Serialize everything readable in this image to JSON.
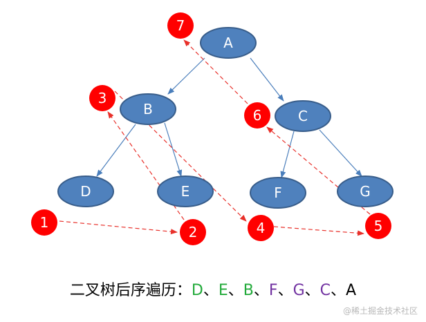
{
  "tree": {
    "nodes": [
      {
        "id": "A",
        "label": "A"
      },
      {
        "id": "B",
        "label": "B"
      },
      {
        "id": "C",
        "label": "C"
      },
      {
        "id": "D",
        "label": "D"
      },
      {
        "id": "E",
        "label": "E"
      },
      {
        "id": "F",
        "label": "F"
      },
      {
        "id": "G",
        "label": "G"
      }
    ],
    "edges": [
      [
        "A",
        "B"
      ],
      [
        "A",
        "C"
      ],
      [
        "B",
        "D"
      ],
      [
        "B",
        "E"
      ],
      [
        "C",
        "F"
      ],
      [
        "C",
        "G"
      ]
    ]
  },
  "steps": [
    {
      "label": "1"
    },
    {
      "label": "2"
    },
    {
      "label": "3"
    },
    {
      "label": "4"
    },
    {
      "label": "5"
    },
    {
      "label": "6"
    },
    {
      "label": "7"
    }
  ],
  "caption": {
    "prefix": "二叉树后序遍历：",
    "sequence": [
      {
        "label": "D",
        "color": "#22aa3a"
      },
      {
        "label": "、",
        "color": "#000000"
      },
      {
        "label": "E",
        "color": "#22aa3a"
      },
      {
        "label": "、",
        "color": "#000000"
      },
      {
        "label": "B",
        "color": "#22aa3a"
      },
      {
        "label": "、",
        "color": "#000000"
      },
      {
        "label": "F",
        "color": "#7030a0"
      },
      {
        "label": "、",
        "color": "#000000"
      },
      {
        "label": "G",
        "color": "#7030a0"
      },
      {
        "label": "、",
        "color": "#000000"
      },
      {
        "label": "C",
        "color": "#7030a0"
      },
      {
        "label": "、",
        "color": "#000000"
      },
      {
        "label": "A",
        "color": "#000000"
      }
    ]
  },
  "watermark": "@稀土掘金技术社区",
  "colors": {
    "node_fill": "#4f81bd",
    "node_stroke": "#385d8a",
    "node_text": "#ffffff",
    "edge": "#4a7ebb",
    "step_fill": "#ff0000",
    "step_text": "#ffffff",
    "path": "#e8302a"
  }
}
